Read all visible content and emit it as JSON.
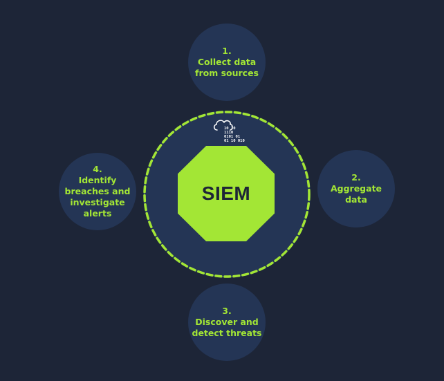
{
  "hub": {
    "label": "SIEM",
    "icon": "cloud-binary-icon",
    "binary_lines": [
      "10  10",
      "1110",
      "0101  01",
      "01  10  010"
    ]
  },
  "steps": [
    {
      "number": "1.",
      "lines": [
        "Collect data",
        "from sources"
      ]
    },
    {
      "number": "2.",
      "lines": [
        "Aggregate",
        "data"
      ]
    },
    {
      "number": "3.",
      "lines": [
        "Discover and",
        "detect threats"
      ]
    },
    {
      "number": "4.",
      "lines": [
        "Identify",
        "breaches and",
        "investigate",
        "alerts"
      ]
    }
  ],
  "colors": {
    "background": "#1d2537",
    "bubble": "#243555",
    "accent": "#a3e635",
    "text_dark": "#1d2537",
    "icon": "#ffffff"
  }
}
